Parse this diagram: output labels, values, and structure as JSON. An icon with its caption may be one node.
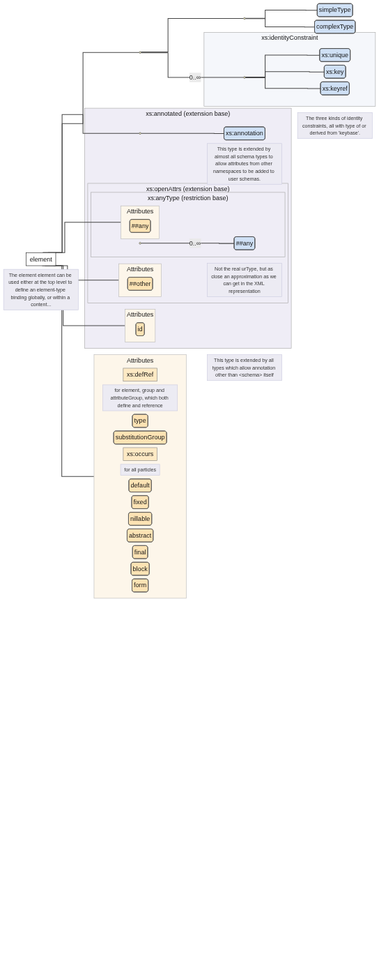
{
  "diagram": {
    "nodes": [
      {
        "text": [
          "element"
        ],
        "beside": [
          "The element element can be used either at the top level to define an element-type binding globally, or within a content..."
        ]
      },
      {
        "text": [
          "xs:annotated (extension base)"
        ],
        "beside": [
          "This type is extended by all types which allow annotation other than <schema> itself"
        ]
      },
      {
        "text": [
          "xs:openAttrs (extension base)"
        ],
        "in": 1,
        "beside": [
          "This type is extended by almost all schema types to allow attributes from other namespaces to be added to user schemas."
        ]
      },
      {
        "text": [
          "xs:anyType (restriction base)"
        ],
        "in": 2,
        "beside": [
          "Not the real urType, but as close an approximation as we can get in the XML representation"
        ]
      },
      {
        "text": [
          "Attributes"
        ],
        "in": 3
      },
      {
        "text": [
          "##any"
        ],
        "in": 4
      },
      {
        "text": [],
        "shape": "circle",
        "in": 3
      },
      {
        "text": [
          "##any"
        ],
        "in": 3
      },
      {
        "text": [
          "Attributes"
        ],
        "in": 2
      },
      {
        "text": [
          "##other"
        ],
        "in": 8
      },
      {
        "text": [
          "Attributes"
        ],
        "in": 1
      },
      {
        "text": [
          "id"
        ],
        "in": 10
      },
      {
        "text": [],
        "shape": "circle",
        "in": 1
      },
      {
        "text": [
          "xs:annotation"
        ],
        "in": 1
      },
      {
        "text": [
          "Attributes"
        ]
      },
      {
        "text": [
          "xs:defRef"
        ],
        "in": 14,
        "beside": [
          "for element, group and attributeGroup, which both define and reference"
        ]
      },
      {
        "text": [
          "type"
        ],
        "in": 14
      },
      {
        "text": [
          "substitutionGroup"
        ],
        "in": 14
      },
      {
        "text": [
          "xs:occurs"
        ],
        "in": 14,
        "beside": [
          "for all particles"
        ]
      },
      {
        "text": [
          "default"
        ],
        "in": 14
      },
      {
        "text": [
          "fixed"
        ],
        "in": 14
      },
      {
        "text": [
          "nillable"
        ],
        "in": 14
      },
      {
        "text": [
          "abstract"
        ],
        "in": 14
      },
      {
        "text": [
          "final"
        ],
        "in": 14
      },
      {
        "text": [
          "block"
        ],
        "in": 14
      },
      {
        "text": [
          "form"
        ],
        "in": 14
      },
      {
        "text": [],
        "shape": "circle"
      },
      {
        "text": [],
        "shape": "circle"
      },
      {
        "text": [
          "simpleType"
        ]
      },
      {
        "text": [
          "complexType"
        ]
      },
      {
        "text": [
          "xs:identityConstraint"
        ],
        "beside": [
          "The three kinds of identity constraints, all with type of or derived from 'keybase'."
        ]
      },
      {
        "text": [],
        "shape": "circle",
        "in": 30
      },
      {
        "text": [
          "xs:unique"
        ],
        "in": 30
      },
      {
        "text": [
          "xs:key"
        ],
        "in": 30
      },
      {
        "text": [
          "xs:keyref"
        ],
        "in": 30
      }
    ],
    "edges": [
      {
        "from": 0,
        "to": 4,
        "arrow": "none"
      },
      {
        "from": 0,
        "to": 8,
        "arrow": "none"
      },
      {
        "from": 0,
        "to": 10,
        "arrow": "none"
      },
      {
        "from": 0,
        "to": 12,
        "arrow": "none"
      },
      {
        "from": 0,
        "to": 14,
        "arrow": "none"
      },
      {
        "from": 0,
        "to": 26,
        "arrow": "none"
      },
      {
        "from": 6,
        "to": 7,
        "label": "0..∞",
        "arrow": "none"
      },
      {
        "from": 12,
        "to": 13,
        "arrow": "none"
      },
      {
        "from": 26,
        "to": 27,
        "arrow": "none"
      },
      {
        "from": 27,
        "to": 28,
        "arrow": "none"
      },
      {
        "from": 27,
        "to": 29,
        "arrow": "none"
      },
      {
        "from": 26,
        "to": 31,
        "label": "0..∞",
        "arrow": "none"
      },
      {
        "from": 31,
        "to": 32,
        "arrow": "none"
      },
      {
        "from": 31,
        "to": 33,
        "arrow": "none"
      },
      {
        "from": 31,
        "to": 34,
        "arrow": "none"
      }
    ]
  }
}
